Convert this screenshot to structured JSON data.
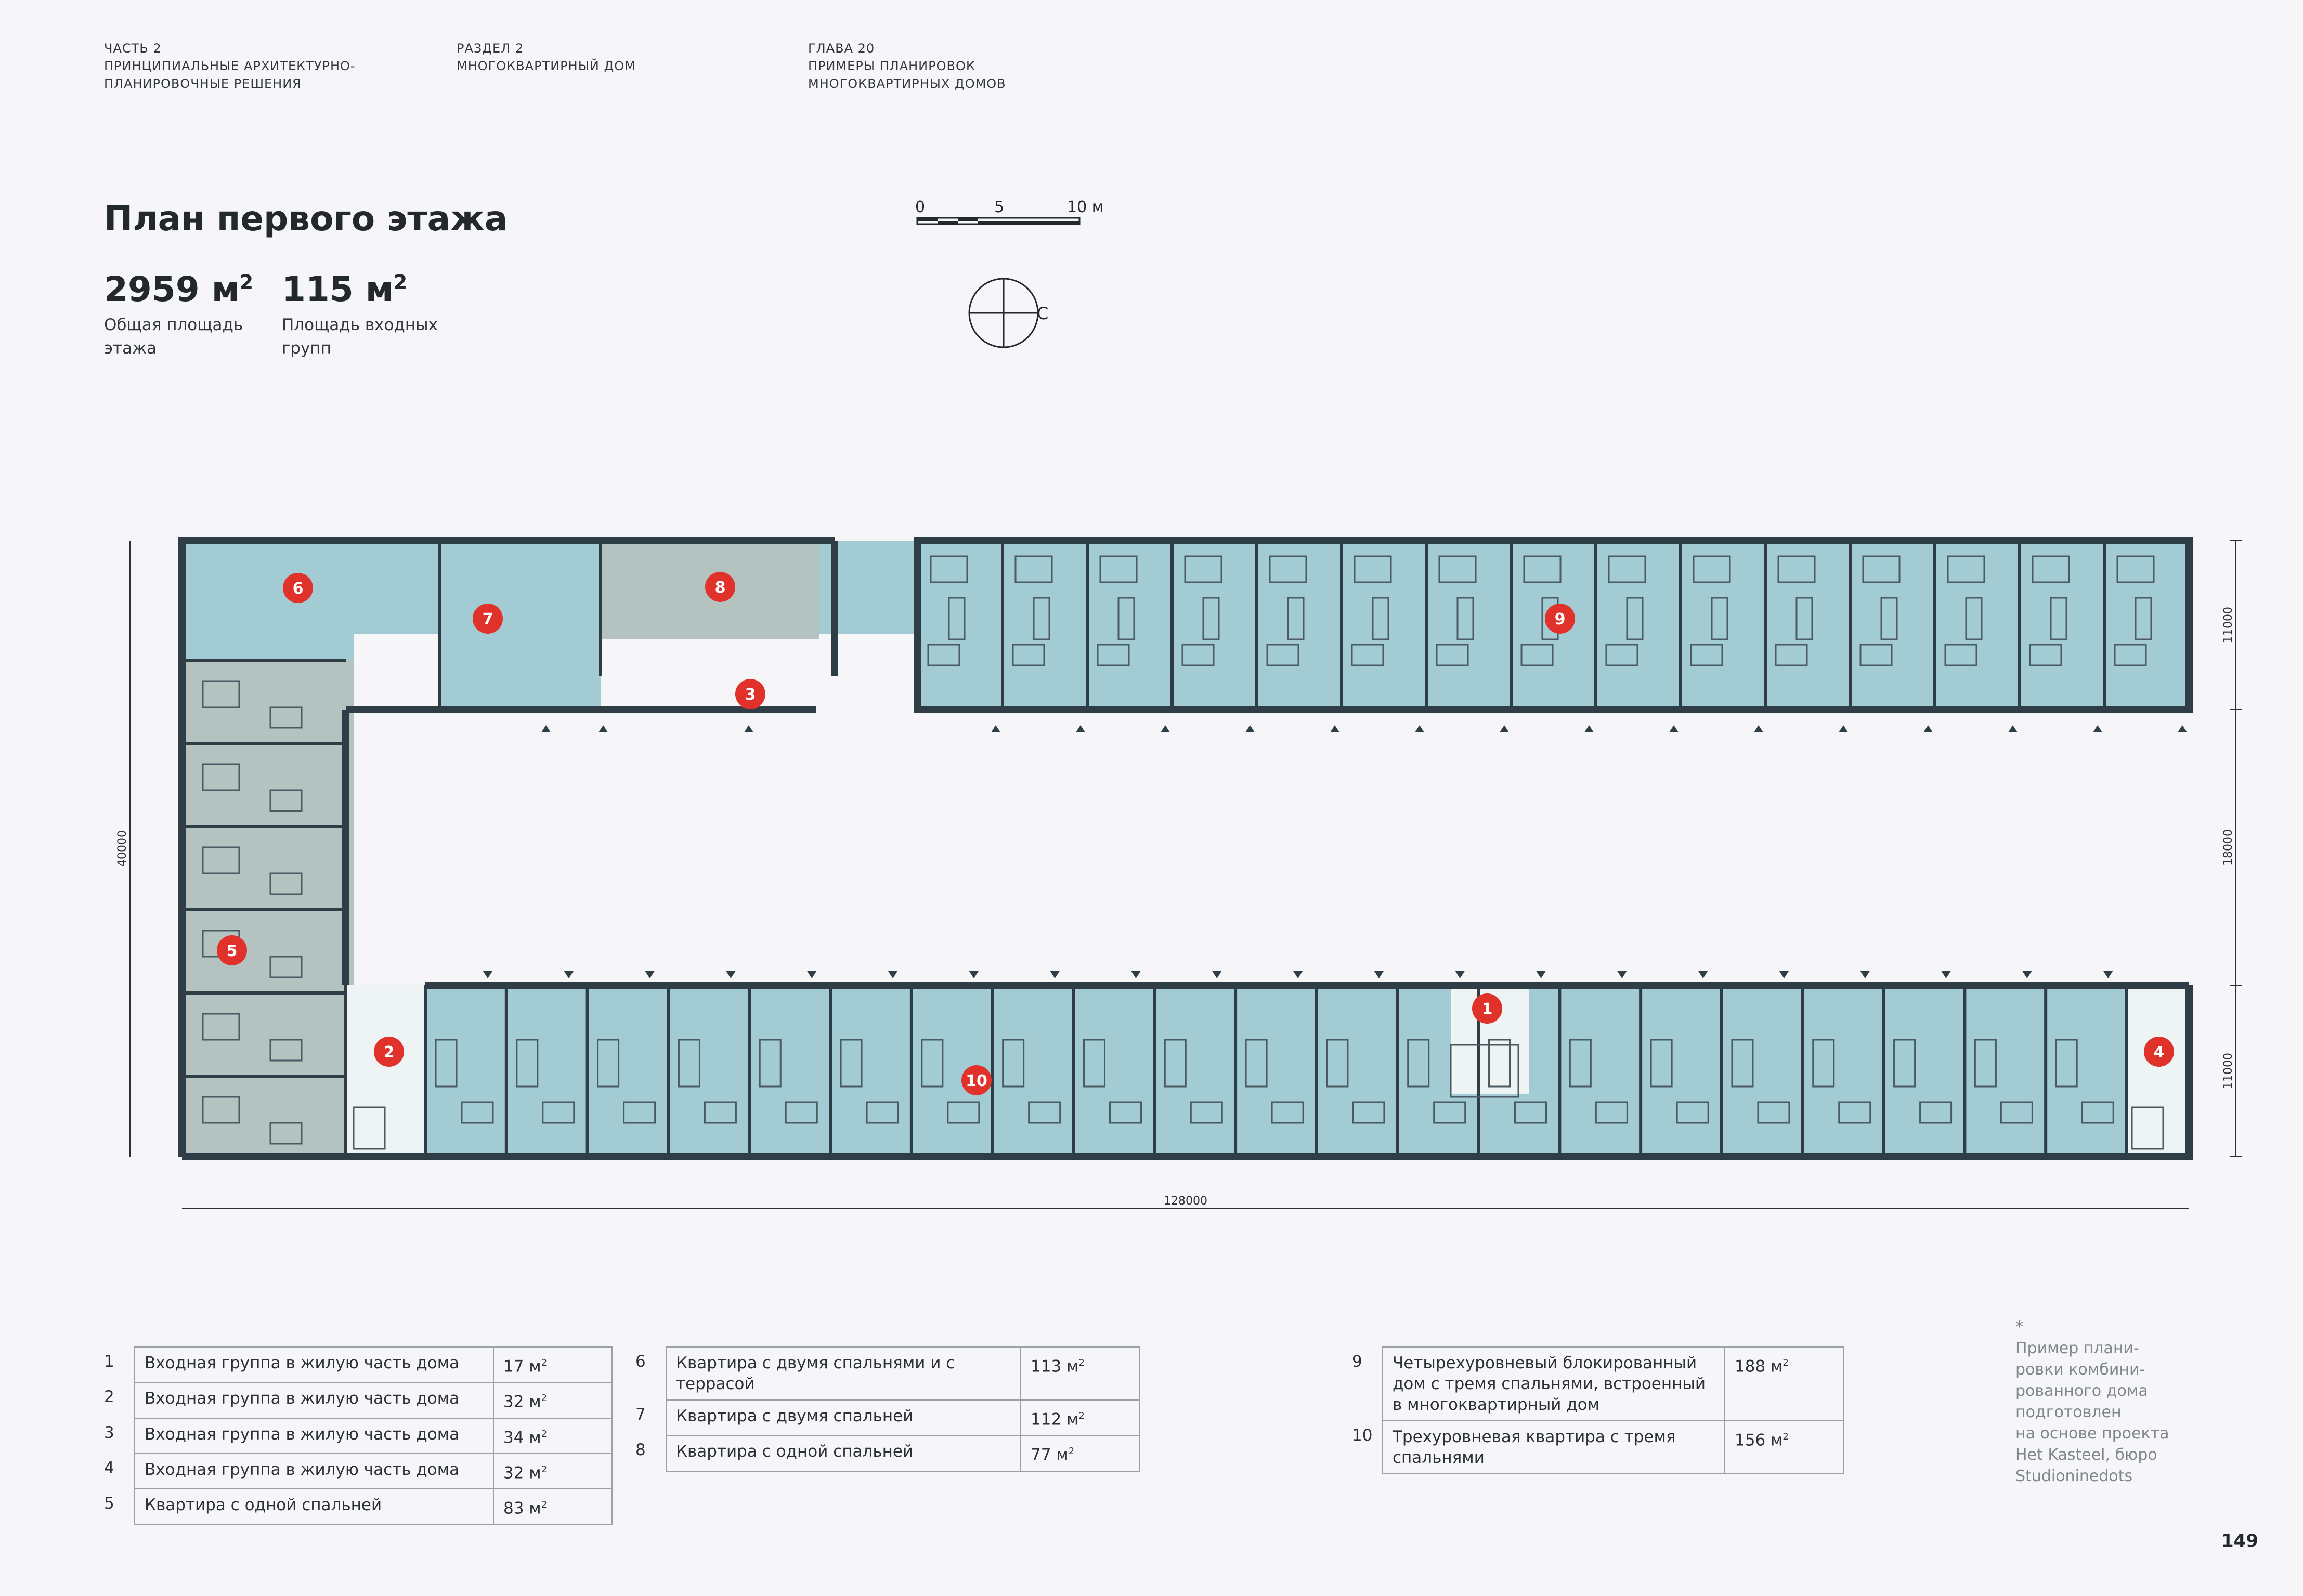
{
  "header": {
    "part": [
      "ЧАСТЬ 2",
      "ПРИНЦИПИАЛЬНЫЕ АРХИТЕКТУРНО-",
      "ПЛАНИРОВОЧНЫЕ РЕШЕНИЯ"
    ],
    "section": [
      "РАЗДЕЛ 2",
      "МНОГОКВАРТИРНЫЙ ДОМ"
    ],
    "chapter": [
      "ГЛАВА 20",
      "ПРИМЕРЫ ПЛАНИРОВОК",
      "МНОГОКВАРТИРНЫХ ДОМОВ"
    ]
  },
  "title": "План первого этажа",
  "stats": [
    {
      "value": "2959",
      "unit": "м",
      "label": [
        "Общая площадь",
        "этажа"
      ]
    },
    {
      "value": "115",
      "unit": "м",
      "label": [
        "Площадь входных",
        "групп"
      ]
    }
  ],
  "scale_bar": {
    "labels": [
      "0",
      "5",
      "10 м"
    ]
  },
  "north_label": "С",
  "dimensions": {
    "total_height": "40000",
    "total_width": "128000",
    "right": [
      "11000",
      "18000",
      "11000"
    ]
  },
  "markers": [
    "1",
    "2",
    "3",
    "4",
    "5",
    "6",
    "7",
    "8",
    "9",
    "10"
  ],
  "legend": {
    "col1": [
      {
        "num": "1",
        "name": "Входная группа в жилую часть дома",
        "area": "17 м"
      },
      {
        "num": "2",
        "name": "Входная группа в жилую часть дома",
        "area": "32 м"
      },
      {
        "num": "3",
        "name": "Входная группа в жилую часть дома",
        "area": "34 м"
      },
      {
        "num": "4",
        "name": "Входная группа в жилую часть дома",
        "area": "32 м"
      },
      {
        "num": "5",
        "name": "Квартира с одной спальней",
        "area": "83 м"
      }
    ],
    "col2": [
      {
        "num": "6",
        "name": "Квартира с двумя спальнями и с террасой",
        "area": "113 м"
      },
      {
        "num": "7",
        "name": "Квартира с двумя спальней",
        "area": "112 м"
      },
      {
        "num": "8",
        "name": "Квартира с одной спальней",
        "area": "77 м"
      }
    ],
    "col3": [
      {
        "num": "9",
        "name": "Четырехуровневый блокированный дом с тремя спальнями, встроенный в многоквартирный дом",
        "area": "188 м"
      },
      {
        "num": "10",
        "name": "Трехуровневая квартира с тремя спальнями",
        "area": "156 м"
      }
    ]
  },
  "note": [
    "*",
    "Пример плани-",
    "ровки комбини-",
    "рованного дома",
    "подготовлен",
    "на основе проекта",
    "Het Kasteel, бюро",
    "Studioninedots"
  ],
  "page_number": "149",
  "colors": {
    "wall": "#2e3d46",
    "room_blue": "#a3cbd4",
    "room_grey": "#b4c2c0",
    "marker": "#e0312b",
    "background": "#f6f6f8"
  }
}
